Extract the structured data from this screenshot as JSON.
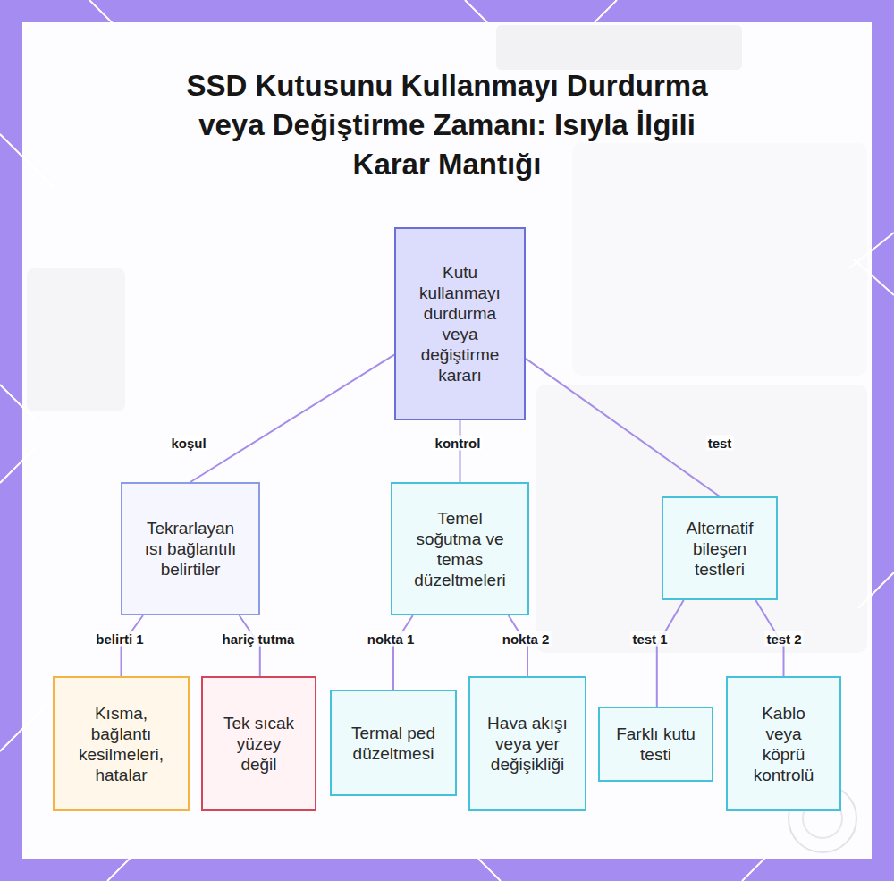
{
  "diagram": {
    "title": "SSD Kutusunu Kullanmayı Durdurma veya Değiştirme Zamanı: Isıyla İlgili Karar Mantığı",
    "nodes": [
      {
        "text": [
          "Kutu kullanmayı durdurma veya değiştirme kararı"
        ]
      },
      {
        "text": [
          "Tekrarlayan ısı bağlantılı belirtiler"
        ]
      },
      {
        "text": [
          "Temel soğutma ve temas düzeltmeleri"
        ]
      },
      {
        "text": [
          "Alternatif bileşen testleri"
        ]
      },
      {
        "text": [
          "Kısma, bağlantı kesilmeleri, hatalar"
        ]
      },
      {
        "text": [
          "Tek sıcak yüzey değil"
        ]
      },
      {
        "text": [
          "Termal ped düzeltmesi"
        ]
      },
      {
        "text": [
          "Hava akışı veya yer değişikliği"
        ]
      },
      {
        "text": [
          "Farklı kutu testi"
        ]
      },
      {
        "text": [
          "Kablo veya köprü kontrolü"
        ]
      }
    ],
    "edges": [
      {
        "from": 0,
        "to": 1,
        "label": "koşul",
        "arrow": "none"
      },
      {
        "from": 0,
        "to": 2,
        "label": "kontrol",
        "arrow": "none"
      },
      {
        "from": 0,
        "to": 3,
        "label": "test",
        "arrow": "none"
      },
      {
        "from": 1,
        "to": 4,
        "label": "belirti 1",
        "arrow": "none"
      },
      {
        "from": 1,
        "to": 5,
        "label": "hariç tutma",
        "arrow": "none"
      },
      {
        "from": 2,
        "to": 6,
        "label": "nokta 1",
        "arrow": "none"
      },
      {
        "from": 2,
        "to": 7,
        "label": "nokta 2",
        "arrow": "none"
      },
      {
        "from": 3,
        "to": 8,
        "label": "test 1",
        "arrow": "none"
      },
      {
        "from": 3,
        "to": 9,
        "label": "test 2",
        "arrow": "none"
      }
    ]
  }
}
